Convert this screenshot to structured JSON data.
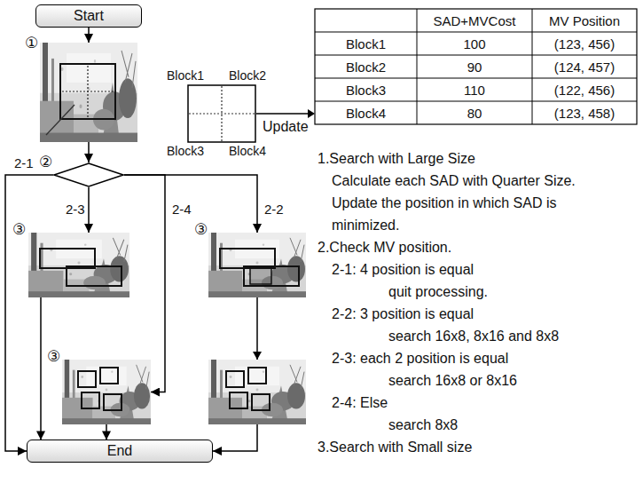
{
  "diagram": {
    "nodes": [
      {
        "text": [
          "Start"
        ]
      },
      {
        "text": [
          "①"
        ]
      },
      {
        "text": [
          "②"
        ]
      },
      {
        "text": [
          "③"
        ]
      },
      {
        "text": [
          "③"
        ]
      },
      {
        "text": [
          "③"
        ]
      },
      {
        "text": [
          "End"
        ]
      }
    ],
    "edges": [
      {
        "from": 0,
        "to": 1,
        "arrow": "to"
      },
      {
        "from": 1,
        "to": 2,
        "arrow": "to"
      },
      {
        "from": 2,
        "to": 6,
        "arrow": "to",
        "label": "2-1"
      },
      {
        "from": 2,
        "to": 3,
        "arrow": "to",
        "label": "2-3"
      },
      {
        "from": 2,
        "to": 4,
        "arrow": "to",
        "label": "2-4"
      },
      {
        "from": 2,
        "to": 5,
        "arrow": "to",
        "label": "2-2"
      },
      {
        "from": 3,
        "to": 6,
        "arrow": "to"
      },
      {
        "from": 4,
        "to": 6,
        "arrow": "to"
      },
      {
        "from": 5,
        "to": 6,
        "arrow": "to"
      }
    ],
    "labels": [
      "Block1",
      "Block2",
      "Block3",
      "Block4",
      "Update",
      "SAD+MVCost",
      "MV Position",
      "Block1",
      "100",
      "(123, 456)",
      "Block2",
      "90",
      "(124, 457)",
      "Block3",
      "110",
      "(122, 456)",
      "Block4",
      "80",
      "(123, 458)",
      "1.Search with Large Size",
      "Calculate each SAD with Quarter Size.",
      "Update the position in which SAD is minimized.",
      "2.Check MV position.",
      "2-1: 4 position is equal",
      "quit processing.",
      "2-2: 3 position is equal",
      "search 16x8, 8x16 and 8x8",
      "2-3: each 2 position is equal",
      "search 16x8 or 8x16",
      "2-4: Else",
      "search 8x8",
      "3.Search with Small size"
    ]
  }
}
